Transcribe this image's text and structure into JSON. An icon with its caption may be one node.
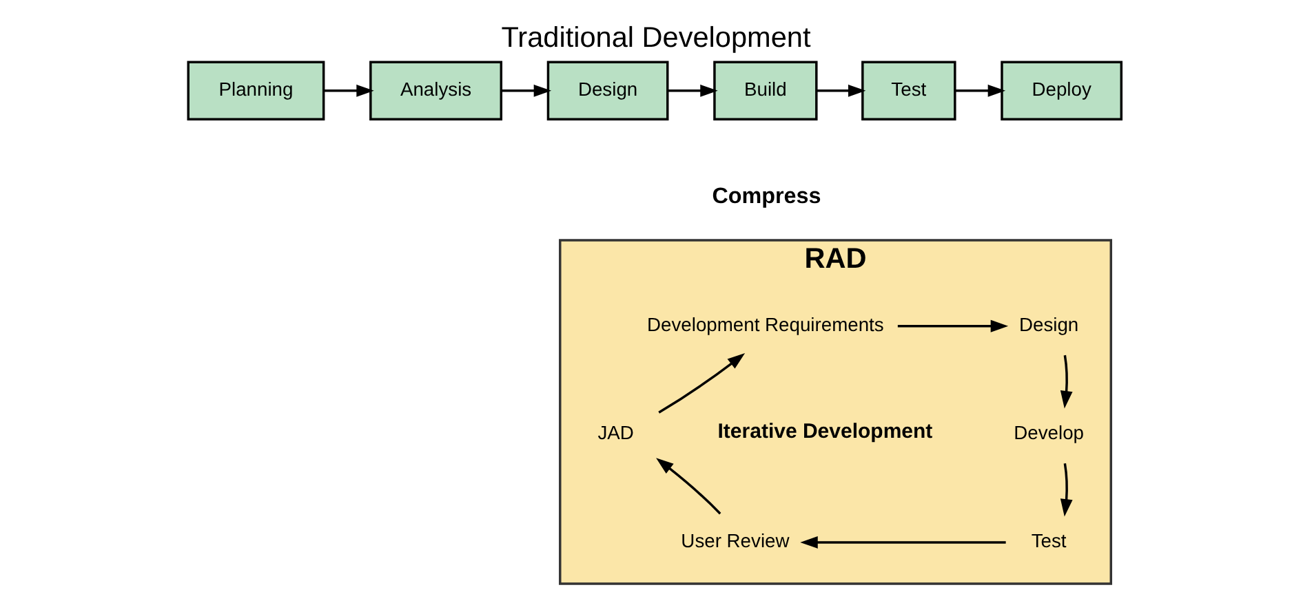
{
  "diagram": {
    "title": "Traditional Development",
    "nodes": [
      {
        "text": [
          "Planning"
        ]
      },
      {
        "text": [
          "Analysis"
        ]
      },
      {
        "text": [
          "Design"
        ]
      },
      {
        "text": [
          "Build"
        ]
      },
      {
        "text": [
          "Test"
        ]
      },
      {
        "text": [
          "Deploy"
        ]
      },
      {
        "text": [
          "RAD"
        ]
      },
      {
        "text": [
          "Development Requirements"
        ],
        "in": 6
      },
      {
        "text": [
          "Design"
        ],
        "in": 6
      },
      {
        "text": [
          "Develop"
        ],
        "in": 6
      },
      {
        "text": [
          "Test"
        ],
        "in": 6
      },
      {
        "text": [
          "User Review"
        ],
        "in": 6
      },
      {
        "text": [
          "JAD"
        ],
        "in": 6
      }
    ],
    "edges": [
      {
        "from": 0,
        "to": 1,
        "arrow": "to"
      },
      {
        "from": 1,
        "to": 2,
        "arrow": "to"
      },
      {
        "from": 2,
        "to": 3,
        "arrow": "to"
      },
      {
        "from": 3,
        "to": 4,
        "arrow": "to"
      },
      {
        "from": 4,
        "to": 5,
        "arrow": "to"
      },
      {
        "from": 7,
        "to": 8,
        "arrow": "to"
      },
      {
        "from": 8,
        "to": 9,
        "arrow": "to"
      },
      {
        "from": 9,
        "to": 10,
        "arrow": "to"
      },
      {
        "from": 10,
        "to": 11,
        "arrow": "to"
      },
      {
        "from": 11,
        "to": 12,
        "arrow": "to"
      },
      {
        "from": 12,
        "to": 7,
        "arrow": "to"
      }
    ],
    "labels": [
      "Compress",
      "Iterative Development"
    ]
  }
}
